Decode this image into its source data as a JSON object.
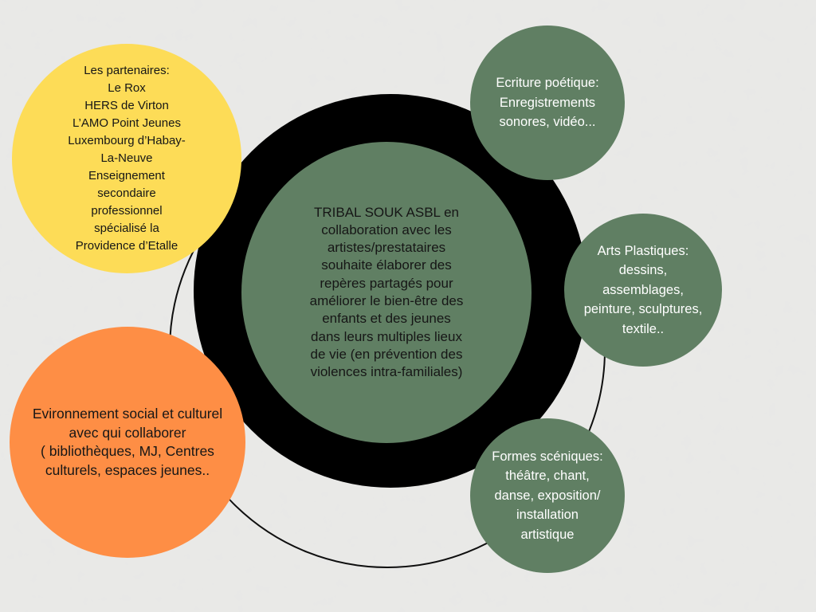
{
  "colors": {
    "wall": "#e9e9e7",
    "green": "#607f63",
    "black": "#000000",
    "yellow": "#fddc57",
    "orange": "#fe8e45",
    "dark_text": "#161616",
    "light_text": "#ffffff"
  },
  "diagram": {
    "center": {
      "text": "TRIBAL SOUK ASBL en\ncollaboration avec les\nartistes/prestataires\nsouhaite élaborer des\nrepères partagés pour\naméliorer le bien-être des\nenfants et des jeunes\ndans leurs multiples lieux\nde vie (en prévention des\nviolences intra-familiales)"
    },
    "partners": {
      "text": "Les partenaires:\nLe Rox\nHERS de Virton\nL’AMO Point Jeunes\nLuxembourg d’Habay-\nLa-Neuve\nEnseignement\nsecondaire\nprofessionnel\nspécialisé la\nProvidence d’Etalle"
    },
    "environment": {
      "text": "Evironnement social et culturel\navec qui collaborer\n( bibliothèques, MJ, Centres\nculturels, espaces jeunes.."
    },
    "writing": {
      "text": "Ecriture poétique:\nEnregistrements\nsonores, vidéo..."
    },
    "arts": {
      "text": "Arts Plastiques:\ndessins,\nassemblages,\npeinture, sculptures,\ntextile.."
    },
    "stage": {
      "text": "Formes scéniques:\nthéâtre, chant,\ndanse, exposition/\ninstallation\nartistique"
    }
  }
}
